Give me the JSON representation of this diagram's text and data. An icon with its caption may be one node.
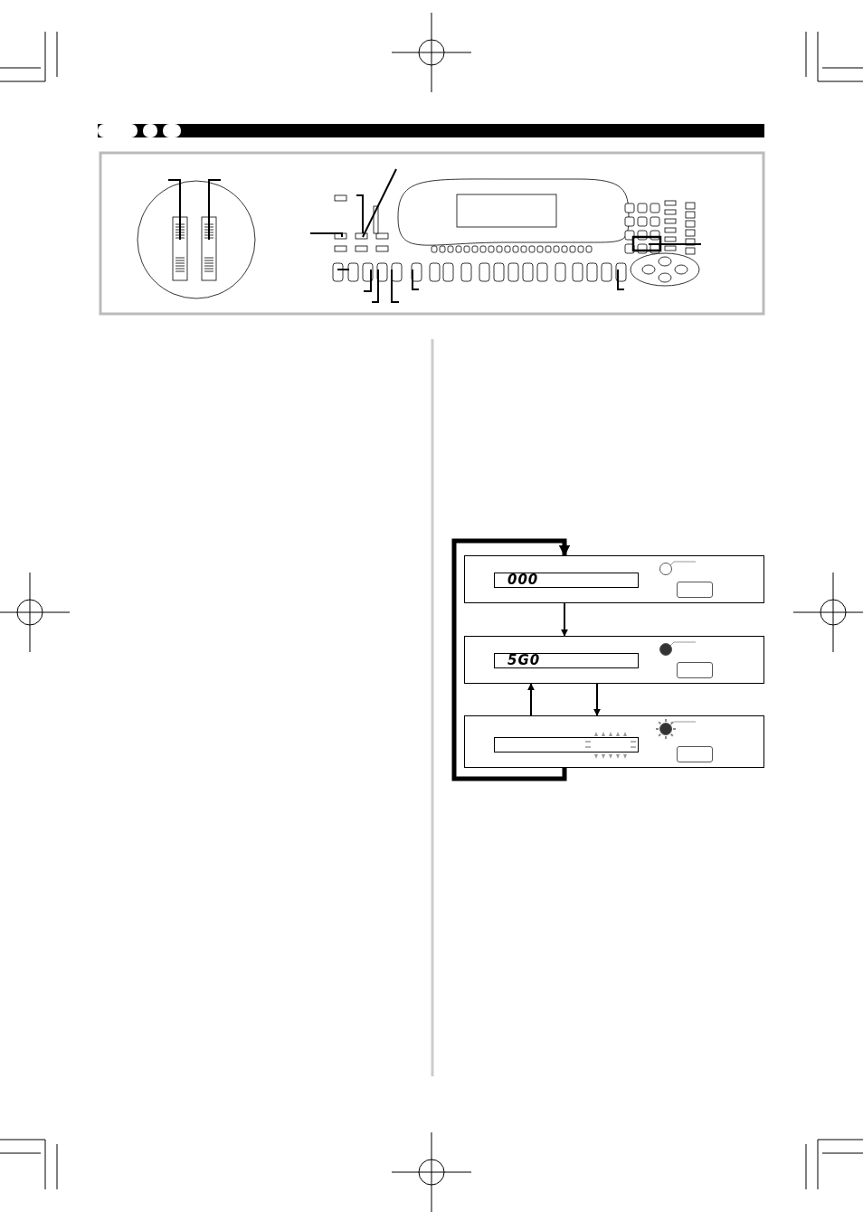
{
  "diagram": {
    "nodes": [
      {
        "text": [
          "000"
        ]
      },
      {
        "text": [
          "5G0"
        ]
      },
      {
        "text": [],
        "shape": "box"
      }
    ],
    "edges": [
      {
        "from": 2,
        "to": 0,
        "arrow": "to",
        "style": "thick"
      },
      {
        "from": 0,
        "to": 1,
        "arrow": "to"
      },
      {
        "from": 2,
        "to": 1,
        "arrow": "to"
      },
      {
        "from": 1,
        "to": 2,
        "arrow": "to"
      }
    ]
  }
}
